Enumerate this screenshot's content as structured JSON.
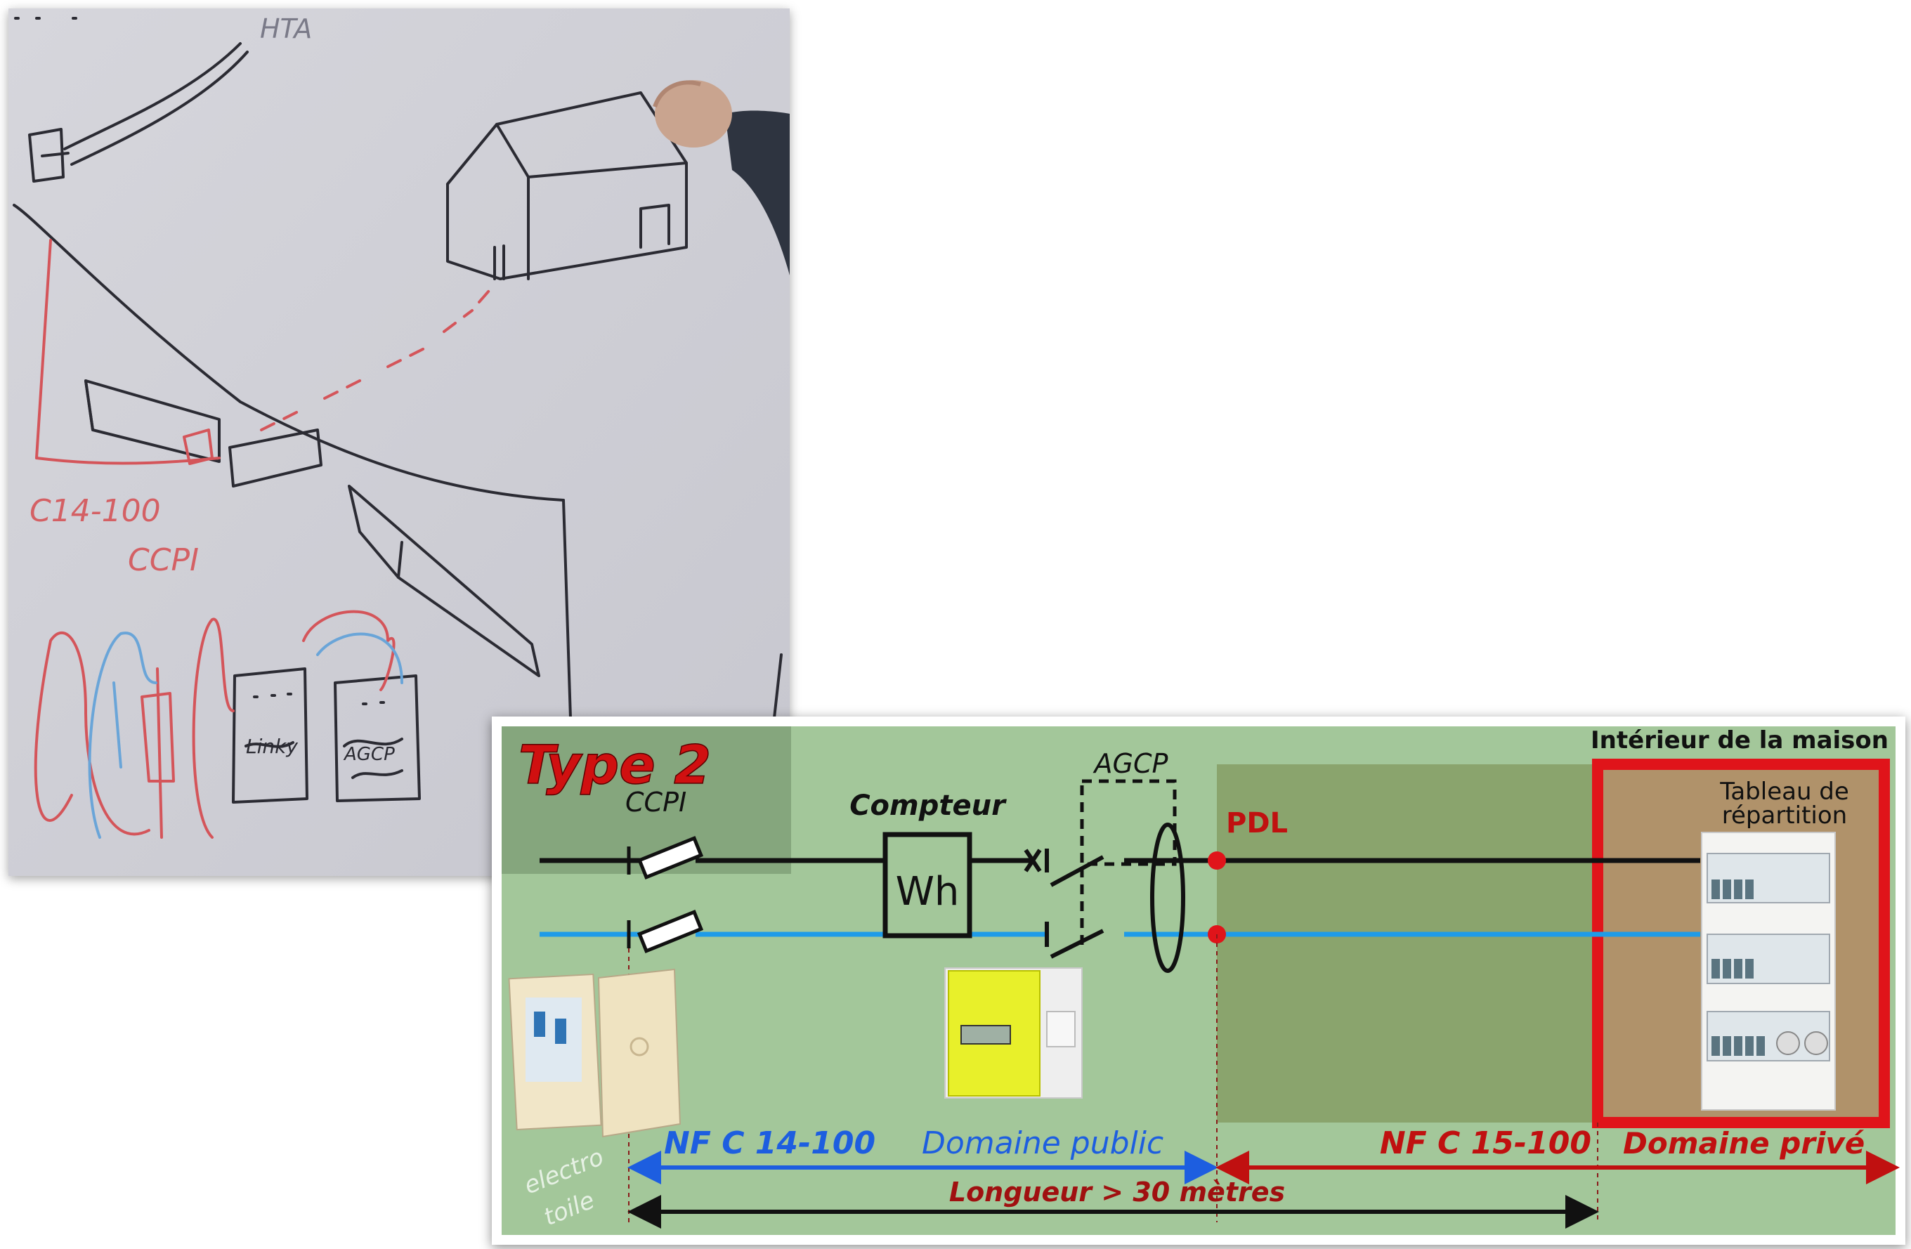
{
  "photo": {
    "whiteboard_labels": {
      "hta": "HTA",
      "standard": "C14-100",
      "ccpi": "CCPI",
      "box_linky": "Linky",
      "box_agcp": "AGCP"
    }
  },
  "diagram": {
    "title": "Type 2",
    "zone_interior": "Intérieur de la maison",
    "labels": {
      "ccpi": "CCPI",
      "compteur": "Compteur",
      "meter_symbol": "Wh",
      "agcp": "AGCP",
      "pdl": "PDL",
      "tableau_line1": "Tableau de",
      "tableau_line2": "répartition"
    },
    "bottom": {
      "nfc14": "NF C 14-100",
      "public": "Domaine public",
      "nfc15": "NF C 15-100",
      "prive": "Domaine privé",
      "longueur": "Longueur > 30 mètres"
    },
    "watermark": {
      "line1": "electro",
      "line2": "toile"
    }
  },
  "colors": {
    "background_green": "#a3c79a",
    "dark_green_zone": "#8aa46d",
    "interior_brown": "#b0926a",
    "interior_border_red": "#e0141a",
    "title_red": "#d01010",
    "public_blue": "#1d5ee0",
    "private_red": "#c01010",
    "neutral_blue": "#1e9be8",
    "phase_black": "#111111"
  }
}
